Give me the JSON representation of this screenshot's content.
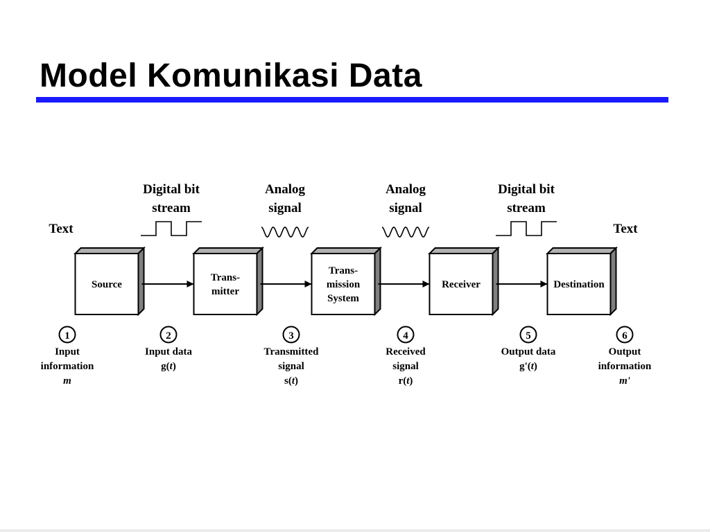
{
  "slide": {
    "title": "Model Komunikasi Data",
    "accent_color": "#1a1aff"
  },
  "diagram": {
    "boxes": [
      {
        "id": "source",
        "lines": [
          "Source"
        ]
      },
      {
        "id": "transmitter",
        "lines": [
          "Trans-",
          "mitter"
        ]
      },
      {
        "id": "transmission-system",
        "lines": [
          "Trans-",
          "mission",
          "System"
        ]
      },
      {
        "id": "receiver",
        "lines": [
          "Receiver"
        ]
      },
      {
        "id": "destination",
        "lines": [
          "Destination"
        ]
      }
    ],
    "signals": [
      {
        "id": "digital-bit-stream-in",
        "lines": [
          "Digital bit",
          "stream"
        ],
        "waveform": "square"
      },
      {
        "id": "analog-signal-tx",
        "lines": [
          "Analog",
          "signal"
        ],
        "waveform": "sine"
      },
      {
        "id": "analog-signal-rx",
        "lines": [
          "Analog",
          "signal"
        ],
        "waveform": "sine"
      },
      {
        "id": "digital-bit-stream-out",
        "lines": [
          "Digital bit",
          "stream"
        ],
        "waveform": "square"
      }
    ],
    "text_labels": {
      "left": "Text",
      "right": "Text"
    },
    "steps": [
      {
        "number": "1",
        "lines": [
          "Input",
          "information"
        ],
        "symbol": "m"
      },
      {
        "number": "2",
        "lines": [
          "Input data"
        ],
        "symbol": "g(t)"
      },
      {
        "number": "3",
        "lines": [
          "Transmitted",
          "signal"
        ],
        "symbol": "s(t)"
      },
      {
        "number": "4",
        "lines": [
          "Received",
          "signal"
        ],
        "symbol": "r(t)"
      },
      {
        "number": "5",
        "lines": [
          "Output data"
        ],
        "symbol": "g'(t)"
      },
      {
        "number": "6",
        "lines": [
          "Output",
          "information"
        ],
        "symbol": "m'"
      }
    ]
  }
}
